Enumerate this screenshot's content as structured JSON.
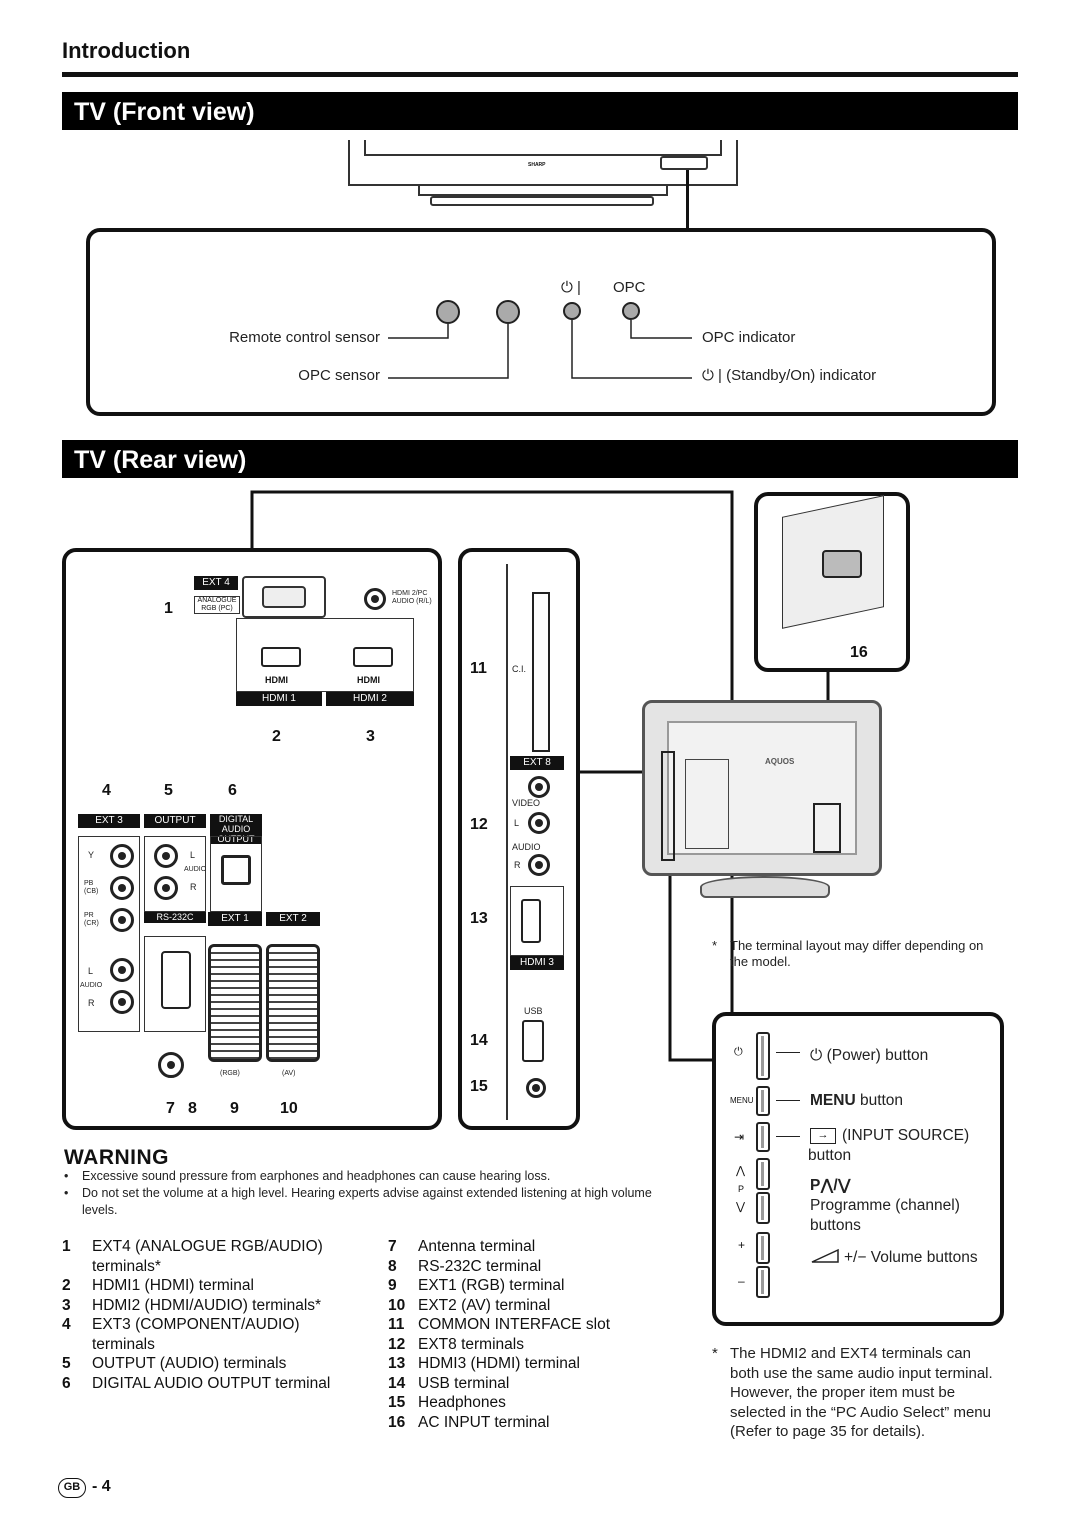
{
  "header": {
    "section": "Introduction"
  },
  "front": {
    "title": "TV (Front view)",
    "brand": "SHARP",
    "symbols": "⏻ |",
    "opc_top": "OPC",
    "labels": {
      "remote_sensor": "Remote control sensor",
      "opc_sensor": "OPC sensor",
      "opc_indicator": "OPC indicator",
      "standby": "⏻ | (Standby/On) indicator"
    }
  },
  "rear": {
    "title": "TV (Rear view)",
    "panel": {
      "ext4": "EXT 4",
      "analogue": "ANALOGUE RGB (PC)",
      "hdmi2pc": "HDMI 2/PC AUDIO (R/L)",
      "hdmi_logo": "HDMI",
      "hdmi1": "HDMI 1",
      "hdmi2": "HDMI 2",
      "ext3": "EXT 3",
      "output": "OUTPUT",
      "digital": "DIGITAL AUDIO OUTPUT",
      "y": "Y",
      "pb": "PB (CB)",
      "pr": "PR (CR)",
      "l": "L",
      "audio": "AUDIO",
      "r": "R",
      "rs232": "RS-232C",
      "ext1": "EXT 1",
      "ext2": "EXT 2",
      "rgb": "(RGB)",
      "av": "(AV)",
      "ci": "C.I.",
      "ext8": "EXT 8",
      "video": "VIDEO",
      "hdmi3": "HDMI 3",
      "usb": "USB",
      "aquos": "AQUOS"
    },
    "numbers": [
      "1",
      "2",
      "3",
      "4",
      "5",
      "6",
      "7",
      "8",
      "9",
      "10",
      "11",
      "12",
      "13",
      "14",
      "15",
      "16"
    ],
    "layout_note": "The terminal layout may differ depending on the model."
  },
  "warning": {
    "title": "WARNING",
    "items": [
      "Excessive sound pressure from earphones and headphones can cause hearing loss.",
      "Do not set the volume at a high level. Hearing experts advise against extended listening at high volume levels."
    ]
  },
  "terminals_left": [
    {
      "n": "1",
      "text": "EXT4 (ANALOGUE RGB/AUDIO)",
      "cont": "terminals*"
    },
    {
      "n": "2",
      "text": "HDMI1 (HDMI) terminal"
    },
    {
      "n": "3",
      "text": "HDMI2 (HDMI/AUDIO) terminals*"
    },
    {
      "n": "4",
      "text": "EXT3 (COMPONENT/AUDIO)",
      "cont": "terminals"
    },
    {
      "n": "5",
      "text": "OUTPUT (AUDIO) terminals"
    },
    {
      "n": "6",
      "text": "DIGITAL AUDIO OUTPUT terminal"
    }
  ],
  "terminals_right": [
    {
      "n": "7",
      "text": "Antenna terminal"
    },
    {
      "n": "8",
      "text": "RS-232C terminal"
    },
    {
      "n": "9",
      "text": "EXT1 (RGB) terminal"
    },
    {
      "n": "10",
      "text": "EXT2 (AV) terminal"
    },
    {
      "n": "11",
      "text": "COMMON INTERFACE slot"
    },
    {
      "n": "12",
      "text": "EXT8 terminals"
    },
    {
      "n": "13",
      "text": "HDMI3 (HDMI) terminal"
    },
    {
      "n": "14",
      "text": "USB terminal"
    },
    {
      "n": "15",
      "text": "Headphones"
    },
    {
      "n": "16",
      "text": "AC INPUT terminal"
    }
  ],
  "side_buttons": {
    "power": "(Power) button",
    "menu_side": "MENU",
    "menu_bold": "MENU",
    "menu_rest": " button",
    "input": "(INPUT SOURCE) button",
    "p_side": "P",
    "p_label": "P⋀/⋁",
    "programme": "Programme (channel) buttons",
    "volume": "+/− Volume buttons",
    "plus": "+",
    "minus": "–"
  },
  "footnote": "The HDMI2 and EXT4 terminals can both use the same audio input terminal. However, the proper item must be selected in the “PC Audio Select” menu (Refer to page 35 for details).",
  "footer": {
    "region": "GB",
    "page": "- 4"
  }
}
